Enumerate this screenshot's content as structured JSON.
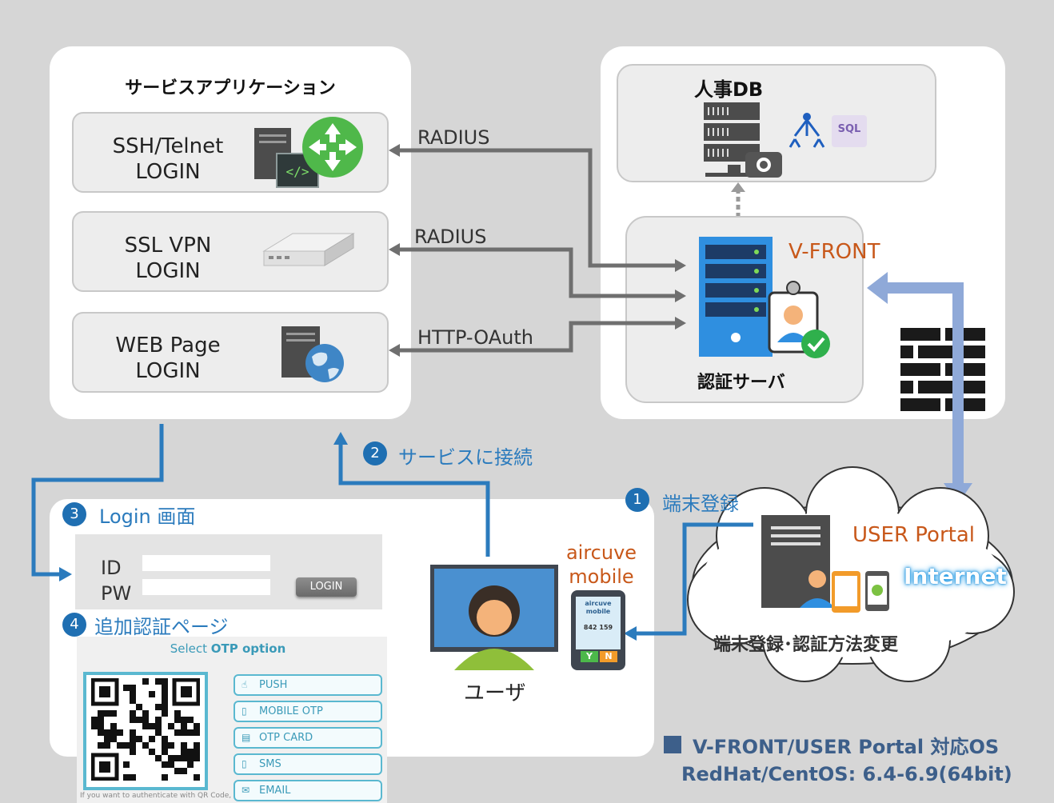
{
  "service_app": {
    "title": "サービスアプリケーション",
    "items": [
      {
        "label": "SSH/Telnet\nLOGIN",
        "icon": "server-router-icon"
      },
      {
        "label": "SSL VPN\nLOGIN",
        "icon": "vpn-appliance-icon"
      },
      {
        "label": "WEB Page\nLOGIN",
        "icon": "web-server-globe-icon"
      }
    ]
  },
  "protocols": [
    "RADIUS",
    "RADIUS",
    "HTTP-OAuth"
  ],
  "hr_db": {
    "title": "人事DB",
    "sql_label": "SQL"
  },
  "auth_server": {
    "product": "V-FRONT",
    "label": "認証サーバ"
  },
  "internet": {
    "portal": "USER Portal",
    "label": "Internet",
    "caption": "端末登録･認証方法変更"
  },
  "steps": {
    "s1": {
      "num": "1",
      "label": "端末登録"
    },
    "s2": {
      "num": "2",
      "label": "サービスに接続"
    },
    "s3": {
      "num": "3",
      "label": "Login 画面"
    },
    "s4": {
      "num": "4",
      "label": "追加認証ページ"
    }
  },
  "login_form": {
    "id_label": "ID",
    "pw_label": "PW",
    "button": "LOGIN"
  },
  "mobile": {
    "app_label": "aircuve\nmobile",
    "screen_brand": "aircuve\nmobile",
    "code": "842 159",
    "yes": "Y",
    "no": "N"
  },
  "user": {
    "label": "ユーザ"
  },
  "otp": {
    "title_prefix": "Select ",
    "title_bold": "OTP option",
    "options": [
      "PUSH",
      "MOBILE OTP",
      "OTP CARD",
      "SMS",
      "EMAIL"
    ],
    "qr_note": "If you want to authenticate with QR Code,"
  },
  "footer": {
    "line1": "V-FRONT/USER Portal 対応OS",
    "line2": "RedHat/CentOS: 6.4-6.9(64bit)"
  },
  "colors": {
    "arrow_gray": "#6f6f6f",
    "arrow_blue": "#2b7bbd",
    "internet_arrow": "#8fa9d8",
    "accent_orange": "#c8581a"
  }
}
